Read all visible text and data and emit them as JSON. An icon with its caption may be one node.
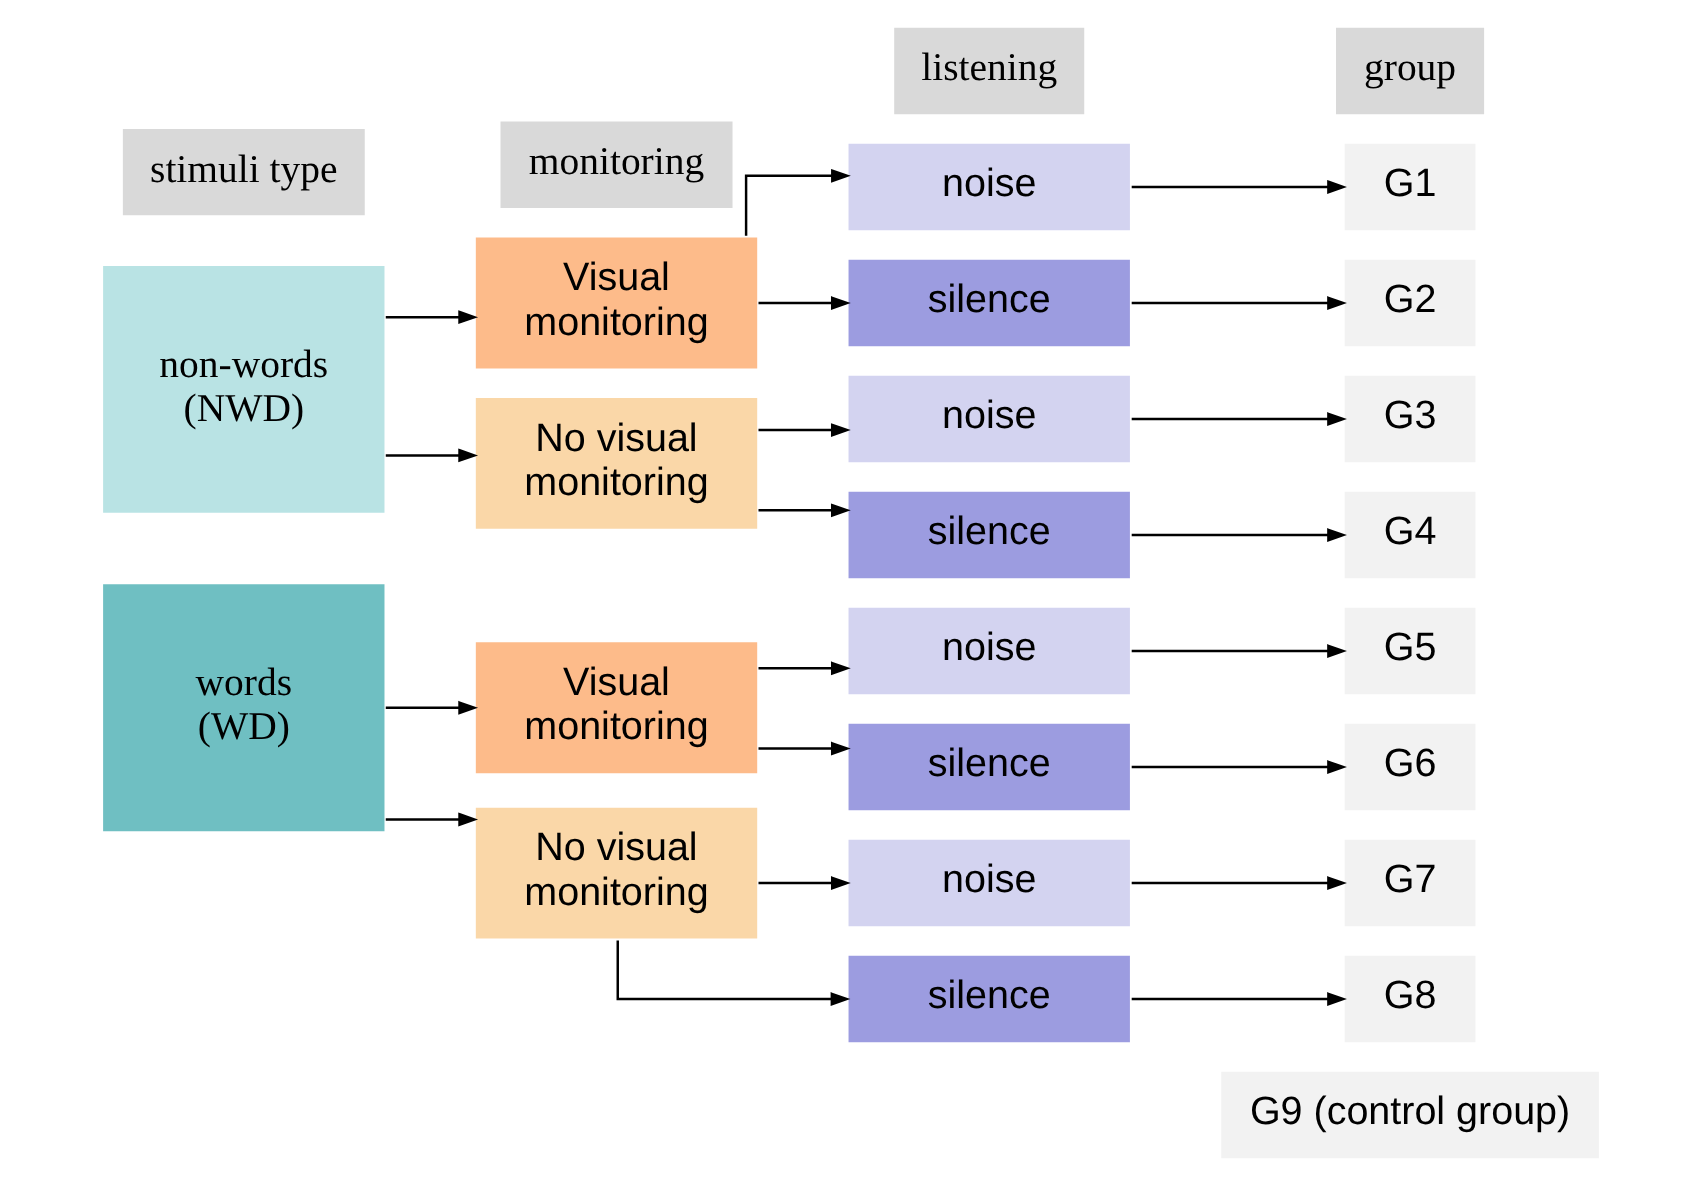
{
  "diagram": {
    "nodes": [
      {
        "text": [
          "stimuli type"
        ]
      },
      {
        "text": [
          "monitoring"
        ]
      },
      {
        "text": [
          "listening"
        ]
      },
      {
        "text": [
          "group"
        ]
      },
      {
        "text": [
          "non-words (NWD)"
        ]
      },
      {
        "text": [
          "Visual monitoring"
        ]
      },
      {
        "text": [
          "noise"
        ]
      },
      {
        "text": [
          "silence"
        ]
      },
      {
        "text": [
          "G1"
        ]
      },
      {
        "text": [
          "G2"
        ]
      },
      {
        "text": [
          "No visual monitoring"
        ]
      },
      {
        "text": [
          "noise"
        ]
      },
      {
        "text": [
          "silence"
        ]
      },
      {
        "text": [
          "G3"
        ]
      },
      {
        "text": [
          "G4"
        ]
      },
      {
        "text": [
          "words (WD)"
        ]
      },
      {
        "text": [
          "Visual monitoring"
        ]
      },
      {
        "text": [
          "noise"
        ]
      },
      {
        "text": [
          "silence"
        ]
      },
      {
        "text": [
          "G5"
        ]
      },
      {
        "text": [
          "G6"
        ]
      },
      {
        "text": [
          "No visual monitoring"
        ]
      },
      {
        "text": [
          "noise"
        ]
      },
      {
        "text": [
          "silence"
        ]
      },
      {
        "text": [
          "G7"
        ]
      },
      {
        "text": [
          "G8"
        ]
      },
      {
        "text": [
          "G9 (control group)"
        ]
      }
    ],
    "edges": [
      {
        "from": 4,
        "to": 5,
        "arrow": "to"
      },
      {
        "from": 4,
        "to": 10,
        "arrow": "to"
      },
      {
        "from": 5,
        "to": 6,
        "arrow": "to"
      },
      {
        "from": 5,
        "to": 7,
        "arrow": "to"
      },
      {
        "from": 6,
        "to": 8,
        "arrow": "to"
      },
      {
        "from": 7,
        "to": 9,
        "arrow": "to"
      },
      {
        "from": 10,
        "to": 11,
        "arrow": "to"
      },
      {
        "from": 10,
        "to": 12,
        "arrow": "to"
      },
      {
        "from": 11,
        "to": 13,
        "arrow": "to"
      },
      {
        "from": 12,
        "to": 14,
        "arrow": "to"
      },
      {
        "from": 15,
        "to": 16,
        "arrow": "to"
      },
      {
        "from": 15,
        "to": 21,
        "arrow": "to"
      },
      {
        "from": 16,
        "to": 17,
        "arrow": "to"
      },
      {
        "from": 16,
        "to": 18,
        "arrow": "to"
      },
      {
        "from": 17,
        "to": 19,
        "arrow": "to"
      },
      {
        "from": 18,
        "to": 20,
        "arrow": "to"
      },
      {
        "from": 21,
        "to": 22,
        "arrow": "to"
      },
      {
        "from": 21,
        "to": 23,
        "arrow": "to"
      },
      {
        "from": 22,
        "to": 24,
        "arrow": "to"
      },
      {
        "from": 23,
        "to": 25,
        "arrow": "to"
      }
    ]
  }
}
